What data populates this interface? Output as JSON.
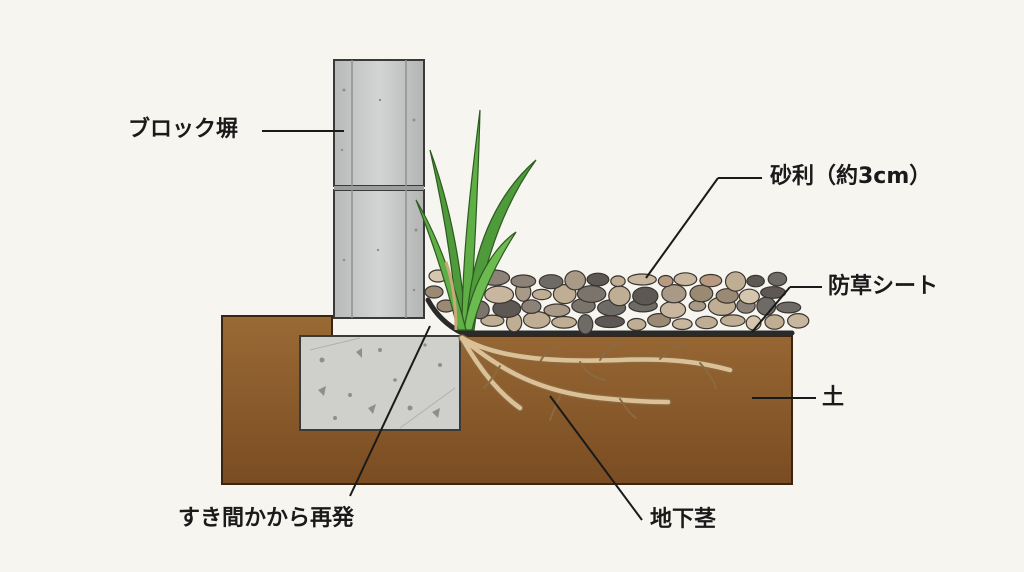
{
  "labels": {
    "block_wall": "ブロック塀",
    "gravel": "砂利（約3cm）",
    "weed_sheet": "防草シート",
    "soil": "土",
    "gap_regrowth": "すき間かから再発",
    "rhizome": "地下茎"
  },
  "colors": {
    "background": "#f7f5f0",
    "soil": "#8a5a2b",
    "soil_dark": "#6e4420",
    "block": "#c9cbca",
    "concrete": "#cfd0cc",
    "sheet": "#2a2a2a",
    "rhizome": "#d8b98e",
    "leaf": "#4f9a3a"
  }
}
